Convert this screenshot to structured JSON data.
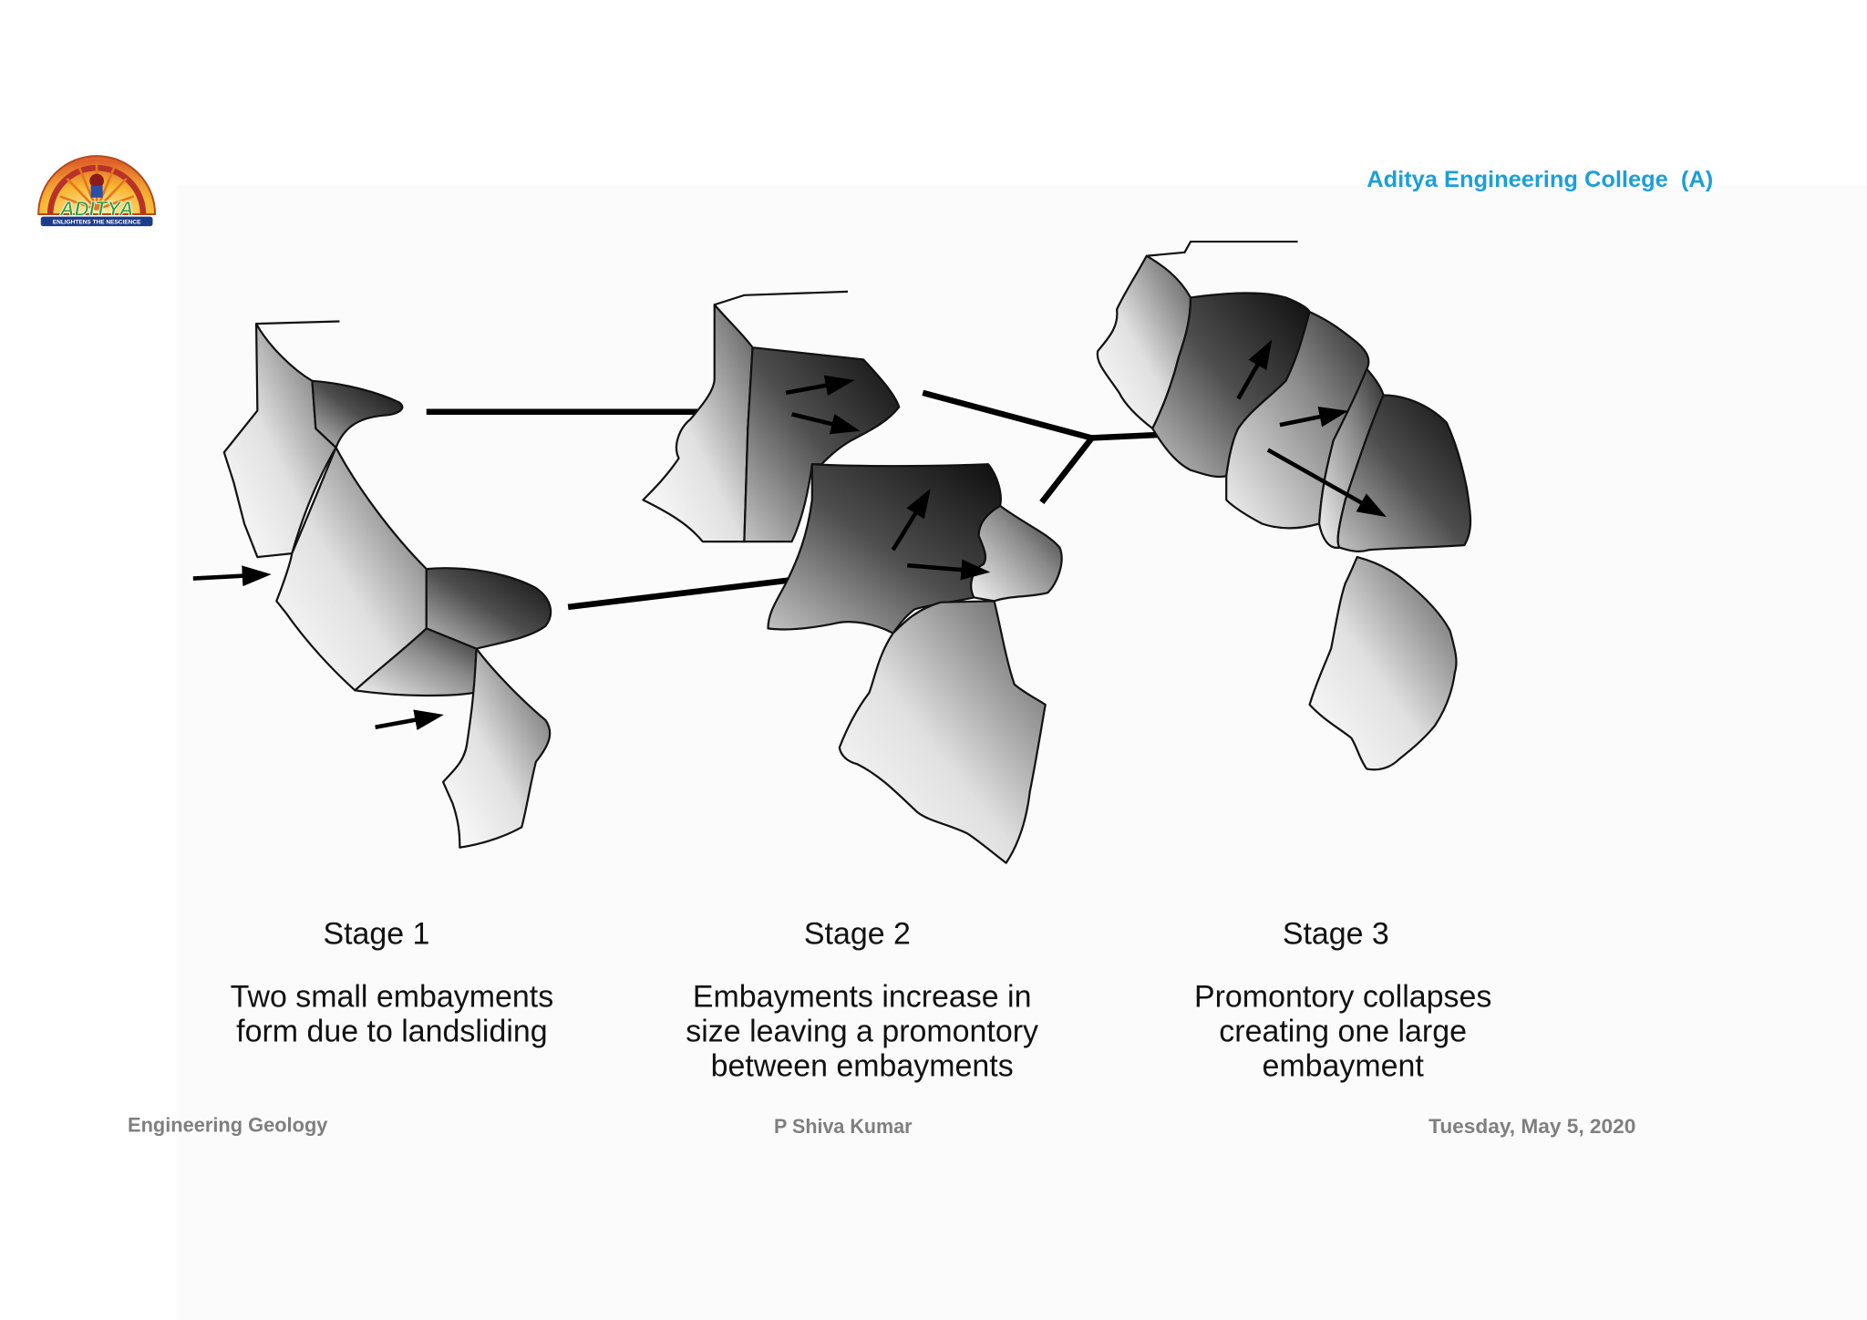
{
  "header": {
    "college_name": "Aditya Engineering College  (A)"
  },
  "logo": {
    "name": "ADITYA",
    "tagline": "ENLIGHTENS THE NESCIENCE"
  },
  "stages": [
    {
      "title": "Stage 1",
      "description": [
        "Two small embayments",
        "form due to landsliding"
      ]
    },
    {
      "title": "Stage 2",
      "description": [
        "Embayments increase in",
        "size leaving a promontory",
        "between embayments"
      ]
    },
    {
      "title": "Stage 3",
      "description": [
        "Promontory collapses",
        "creating one large",
        "embayment"
      ]
    }
  ],
  "footer": {
    "subject": "Engineering Geology",
    "presenter": "P Shiva Kumar",
    "date": "Tuesday, May 5, 2020"
  },
  "colors": {
    "college_name": "#1a9fd9",
    "footer_text": "#7f7f7f",
    "diagram_outline": "#111111",
    "logo_text": "#2f9a3c",
    "logo_banner": "#1e3c8c"
  },
  "icons": {
    "logo": "college-logo-icon",
    "arrows": "arrow-icon"
  }
}
